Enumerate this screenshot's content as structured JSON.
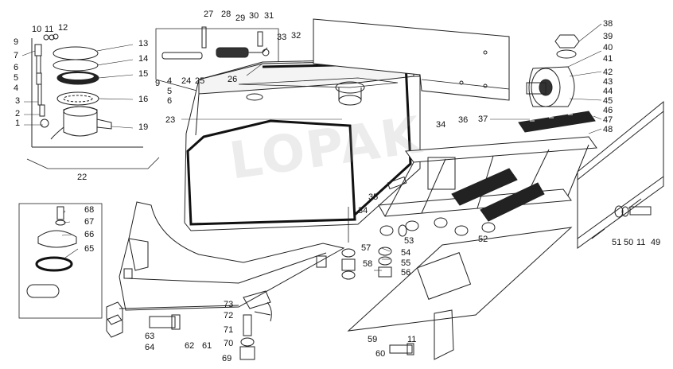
{
  "diagram": {
    "watermark": "LOPAK",
    "callouts": [
      {
        "id": "c1",
        "text": "1"
      },
      {
        "id": "c2",
        "text": "2"
      },
      {
        "id": "c3",
        "text": "3"
      },
      {
        "id": "c4a",
        "text": "4"
      },
      {
        "id": "c5a",
        "text": "5"
      },
      {
        "id": "c6a",
        "text": "6"
      },
      {
        "id": "c7",
        "text": "7"
      },
      {
        "id": "c9a",
        "text": "9"
      },
      {
        "id": "c10",
        "text": "10"
      },
      {
        "id": "c11a",
        "text": "11"
      },
      {
        "id": "c12",
        "text": "12"
      },
      {
        "id": "c13",
        "text": "13"
      },
      {
        "id": "c14",
        "text": "14"
      },
      {
        "id": "c15",
        "text": "15"
      },
      {
        "id": "c16",
        "text": "16"
      },
      {
        "id": "c19",
        "text": "19"
      },
      {
        "id": "c22",
        "text": "22"
      },
      {
        "id": "c9b",
        "text": "9"
      },
      {
        "id": "c4b",
        "text": "4"
      },
      {
        "id": "c5b",
        "text": "5"
      },
      {
        "id": "c6b",
        "text": "6"
      },
      {
        "id": "c24",
        "text": "24"
      },
      {
        "id": "c25",
        "text": "25"
      },
      {
        "id": "c26",
        "text": "26"
      },
      {
        "id": "c27",
        "text": "27"
      },
      {
        "id": "c28",
        "text": "28"
      },
      {
        "id": "c29",
        "text": "29"
      },
      {
        "id": "c30",
        "text": "30"
      },
      {
        "id": "c31",
        "text": "31"
      },
      {
        "id": "c32",
        "text": "32"
      },
      {
        "id": "c33",
        "text": "33"
      },
      {
        "id": "c23",
        "text": "23"
      },
      {
        "id": "c34a",
        "text": "34"
      },
      {
        "id": "c36",
        "text": "36"
      },
      {
        "id": "c35",
        "text": "35"
      },
      {
        "id": "c34b",
        "text": "34"
      },
      {
        "id": "c37",
        "text": "37"
      },
      {
        "id": "c38",
        "text": "38"
      },
      {
        "id": "c39",
        "text": "39"
      },
      {
        "id": "c40",
        "text": "40"
      },
      {
        "id": "c41",
        "text": "41"
      },
      {
        "id": "c42",
        "text": "42"
      },
      {
        "id": "c43",
        "text": "43"
      },
      {
        "id": "c44",
        "text": "44"
      },
      {
        "id": "c45",
        "text": "45"
      },
      {
        "id": "c46",
        "text": "46"
      },
      {
        "id": "c47",
        "text": "47"
      },
      {
        "id": "c48",
        "text": "48"
      },
      {
        "id": "c52",
        "text": "52"
      },
      {
        "id": "c53",
        "text": "53"
      },
      {
        "id": "c57",
        "text": "57"
      },
      {
        "id": "c58",
        "text": "58"
      },
      {
        "id": "c54",
        "text": "54"
      },
      {
        "id": "c55",
        "text": "55"
      },
      {
        "id": "c56",
        "text": "56"
      },
      {
        "id": "c51",
        "text": "51"
      },
      {
        "id": "c50",
        "text": "50"
      },
      {
        "id": "c11b",
        "text": "11"
      },
      {
        "id": "c49",
        "text": "49"
      },
      {
        "id": "c68",
        "text": "68"
      },
      {
        "id": "c67",
        "text": "67"
      },
      {
        "id": "c66",
        "text": "66"
      },
      {
        "id": "c65",
        "text": "65"
      },
      {
        "id": "c73",
        "text": "73"
      },
      {
        "id": "c72",
        "text": "72"
      },
      {
        "id": "c71",
        "text": "71"
      },
      {
        "id": "c70",
        "text": "70"
      },
      {
        "id": "c69",
        "text": "69"
      },
      {
        "id": "c63",
        "text": "63"
      },
      {
        "id": "c64",
        "text": "64"
      },
      {
        "id": "c62",
        "text": "62"
      },
      {
        "id": "c61",
        "text": "61"
      },
      {
        "id": "c59",
        "text": "59"
      },
      {
        "id": "c60",
        "text": "60"
      },
      {
        "id": "c11c",
        "text": "11"
      }
    ]
  }
}
